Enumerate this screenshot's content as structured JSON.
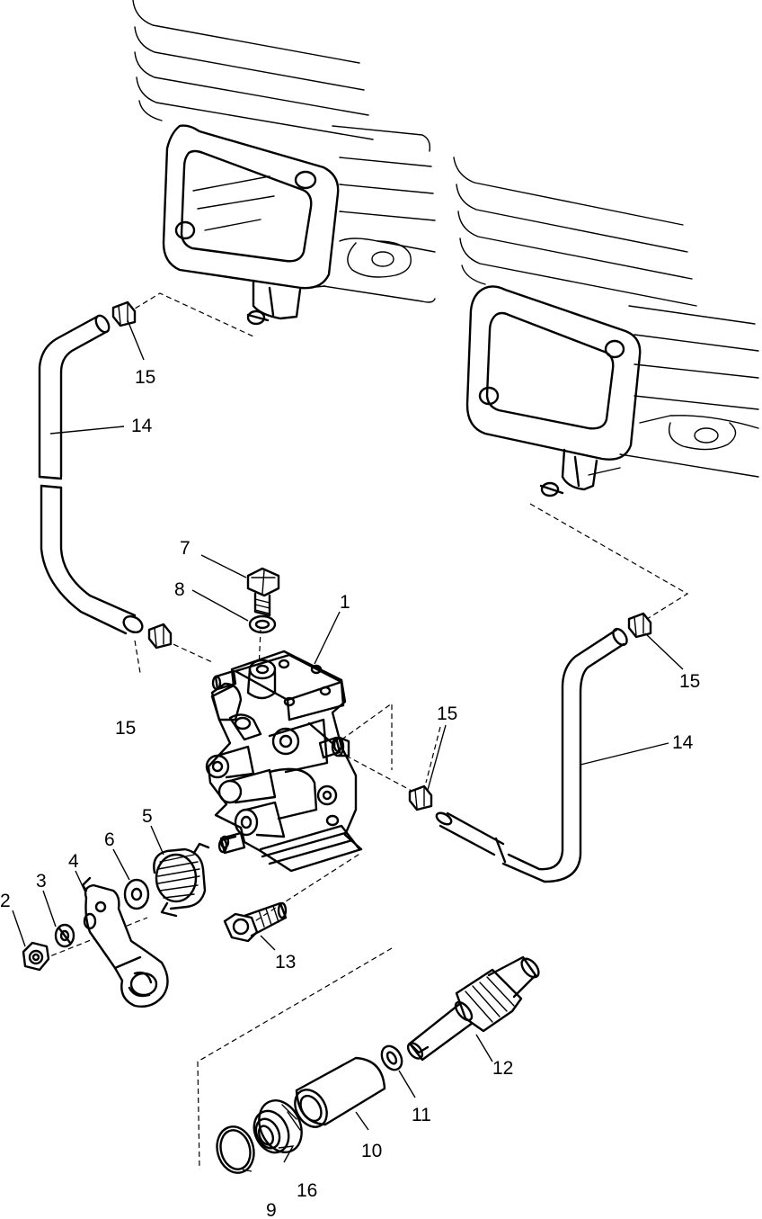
{
  "diagram": {
    "callouts": {
      "c1": "1",
      "c2": "2",
      "c3": "3",
      "c4": "4",
      "c5": "5",
      "c6": "6",
      "c7": "7",
      "c8": "8",
      "c9": "9",
      "c10": "10",
      "c11": "11",
      "c12": "12",
      "c13": "13",
      "c14a": "14",
      "c14b": "14",
      "c15a": "15",
      "c15b": "15",
      "c15c": "15",
      "c15d": "15",
      "c16": "16"
    }
  }
}
